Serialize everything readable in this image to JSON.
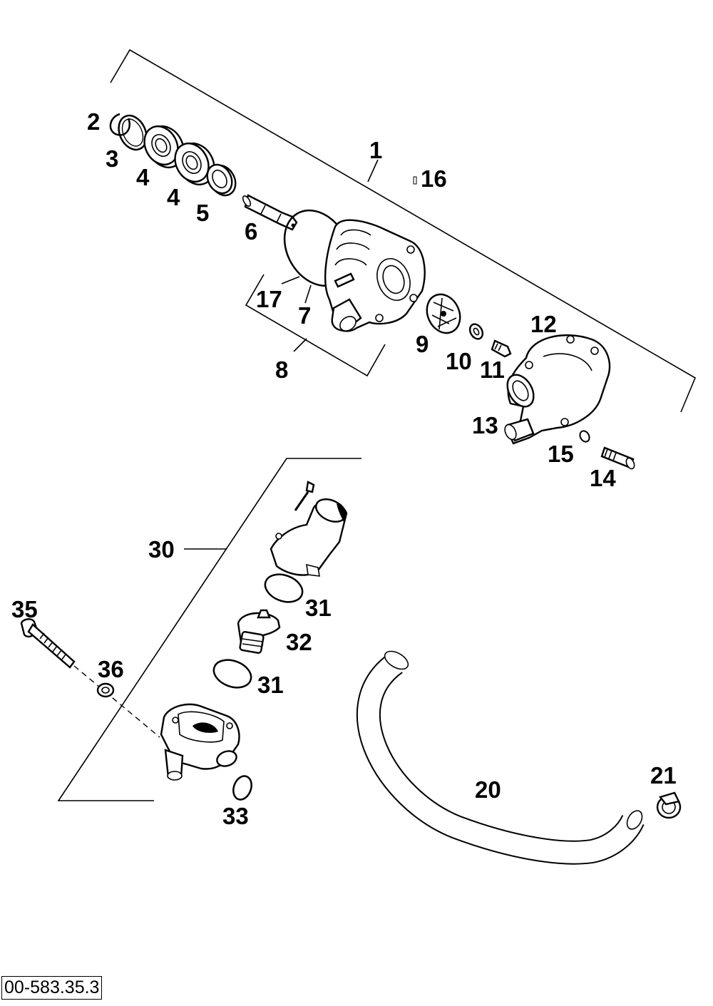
{
  "drawing_number": "00-583.35.3",
  "callouts": [
    {
      "id": "c1",
      "text": "1"
    },
    {
      "id": "c2",
      "text": "2"
    },
    {
      "id": "c3",
      "text": "3"
    },
    {
      "id": "c4a",
      "text": "4"
    },
    {
      "id": "c4b",
      "text": "4"
    },
    {
      "id": "c5",
      "text": "5"
    },
    {
      "id": "c6",
      "text": "6"
    },
    {
      "id": "c7",
      "text": "7"
    },
    {
      "id": "c8",
      "text": "8"
    },
    {
      "id": "c9",
      "text": "9"
    },
    {
      "id": "c10",
      "text": "10"
    },
    {
      "id": "c11",
      "text": "11"
    },
    {
      "id": "c12",
      "text": "12"
    },
    {
      "id": "c13",
      "text": "13"
    },
    {
      "id": "c14",
      "text": "14"
    },
    {
      "id": "c15",
      "text": "15"
    },
    {
      "id": "c16",
      "text": "16"
    },
    {
      "id": "c17",
      "text": "17"
    },
    {
      "id": "c20",
      "text": "20"
    },
    {
      "id": "c21",
      "text": "21"
    },
    {
      "id": "c30",
      "text": "30"
    },
    {
      "id": "c31a",
      "text": "31"
    },
    {
      "id": "c31b",
      "text": "31"
    },
    {
      "id": "c32",
      "text": "32"
    },
    {
      "id": "c33",
      "text": "33"
    },
    {
      "id": "c35",
      "text": "35"
    },
    {
      "id": "c36",
      "text": "36"
    }
  ]
}
